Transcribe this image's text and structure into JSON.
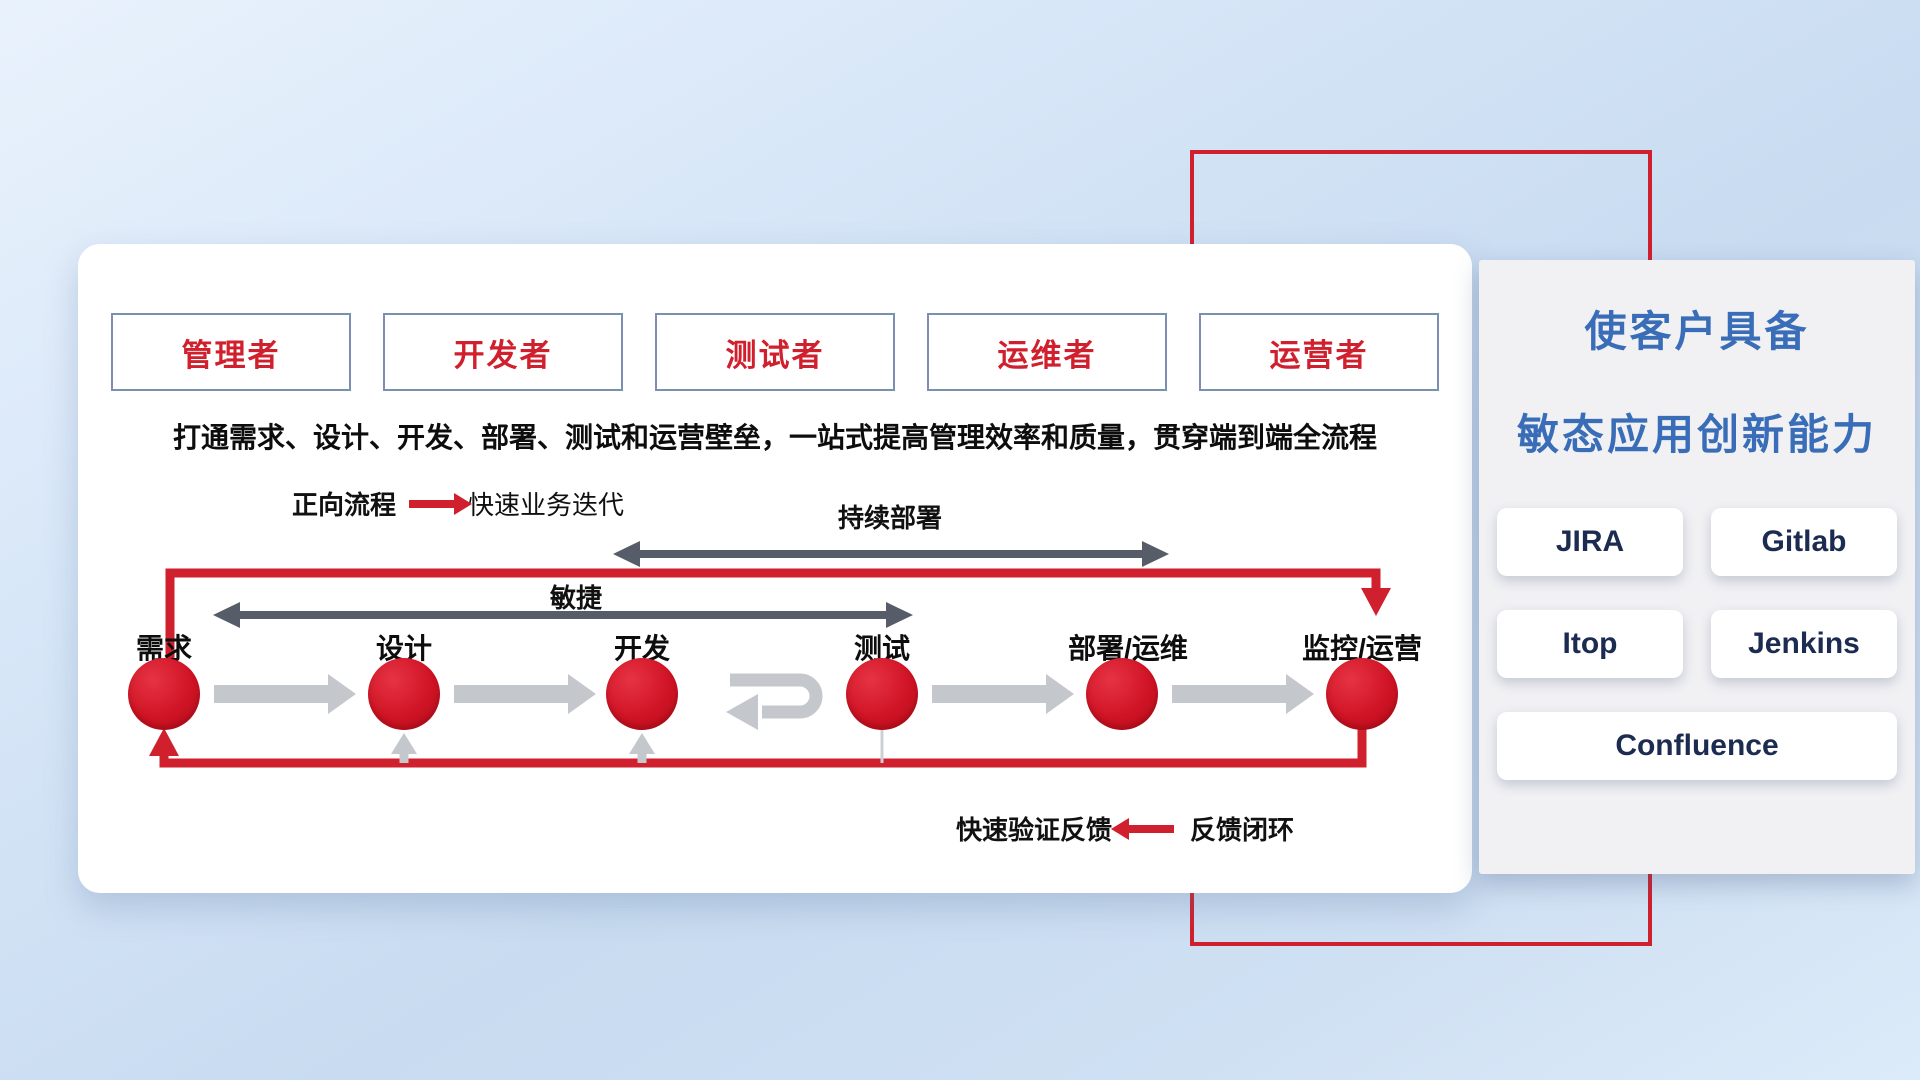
{
  "colors": {
    "accent_red": "#d01f2d",
    "title_blue": "#3a6db8",
    "tool_text_navy": "#1c2b50",
    "span_arrow_gray": "#565c68",
    "flow_arrow_gray": "#c4c8cc"
  },
  "workflow": {
    "roles": [
      "管理者",
      "开发者",
      "测试者",
      "运维者",
      "运营者"
    ],
    "description": "打通需求、设计、开发、部署、测试和运营壁垒，一站式提高管理效率和质量，贯穿端到端全流程",
    "forward_legend": {
      "label": "正向流程",
      "desc": "快速业务迭代"
    },
    "span_arrows": {
      "continuous_deploy": "持续部署",
      "agile": "敏捷"
    },
    "steps": [
      "需求",
      "设计",
      "开发",
      "测试",
      "部署/运维",
      "监控/运营"
    ],
    "feedback_legend": {
      "desc": "快速验证反馈",
      "label": "反馈闭环"
    }
  },
  "capability_panel": {
    "title_line1": "使客户具备",
    "title_line2": "敏态应用创新能力",
    "tools": [
      "JIRA",
      "Gitlab",
      "Itop",
      "Jenkins",
      "Confluence"
    ]
  }
}
